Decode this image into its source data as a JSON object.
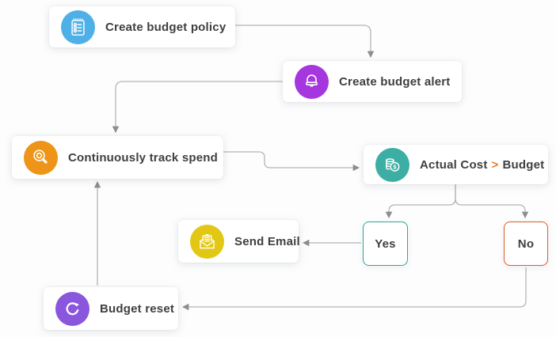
{
  "diagram": {
    "background_color": "#fdfdfd",
    "text_color": "#3f3f3f",
    "connector_color": "#b5b5b5",
    "arrowhead_color": "#8d8d8d",
    "nodes": {
      "policy": {
        "label": "Create budget policy",
        "icon": "budget-list-icon",
        "icon_color": "#4FB0E8"
      },
      "alert": {
        "label": "Create budget alert",
        "icon": "bell-icon",
        "icon_color": "#A637DF"
      },
      "track": {
        "label": "Continuously track spend",
        "icon": "magnifier-icon",
        "icon_color": "#EE9418"
      },
      "cost": {
        "label_left": "Actual Cost",
        "operator": ">",
        "label_right": "Budget",
        "icon": "coins-icon",
        "icon_color": "#3CAEA3",
        "operator_color": "#E87B2A"
      },
      "email": {
        "label": "Send Email",
        "icon": "envelope-icon",
        "icon_color": "#E2C814"
      },
      "yes": {
        "label": "Yes",
        "border_color": "#2BA99A"
      },
      "no": {
        "label": "No",
        "border_color": "#E4572E"
      },
      "reset": {
        "label": "Budget reset",
        "icon": "circular-arrow-icon",
        "icon_color": "#8A56DD"
      }
    },
    "edges": [
      {
        "from": "create-budget-policy",
        "to": "create-budget-alert"
      },
      {
        "from": "create-budget-alert",
        "to": "continuously-track-spend"
      },
      {
        "from": "continuously-track-spend",
        "to": "actual-cost-vs-budget"
      },
      {
        "from": "actual-cost-vs-budget",
        "to": "yes"
      },
      {
        "from": "actual-cost-vs-budget",
        "to": "no"
      },
      {
        "from": "yes",
        "to": "send-email"
      },
      {
        "from": "no",
        "to": "budget-reset"
      },
      {
        "from": "budget-reset",
        "to": "continuously-track-spend"
      }
    ]
  }
}
